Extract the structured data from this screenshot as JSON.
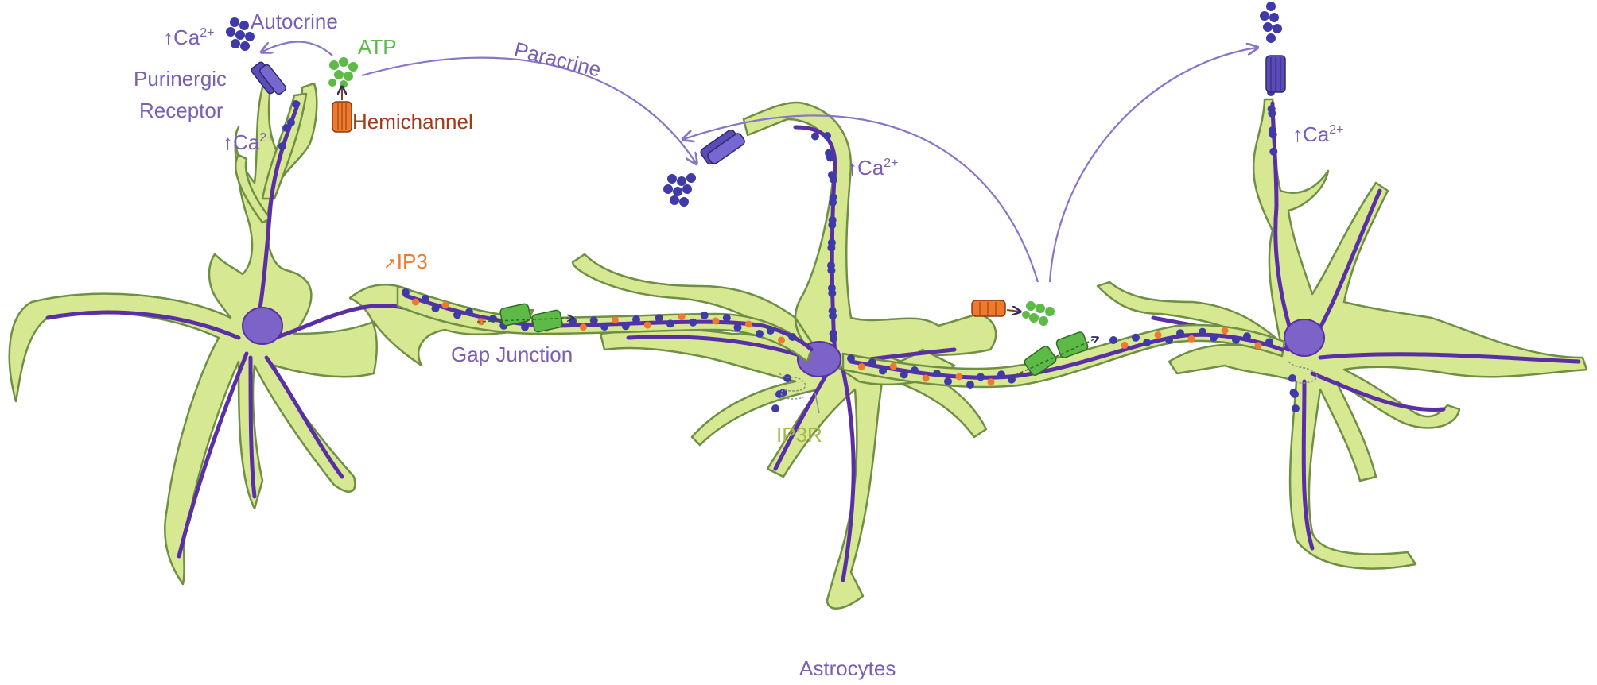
{
  "title": "Astrocytes",
  "labels": {
    "autocrine": "Autocrine",
    "ca_prefix": "↑Ca",
    "ca_sup": "2+",
    "atp": "ATP",
    "purinergic_receptor_line1": "Purinergic",
    "purinergic_receptor_line2": "Receptor",
    "hemichannel": "Hemichannel",
    "paracrine": "Paracrine",
    "ip3": "IP3",
    "ip3_arrow": "↗",
    "gap_junction": "Gap Junction",
    "ip3r": "IP3R"
  },
  "colors": {
    "cytoplasm": "#d6e892",
    "membrane": "#6f8f45",
    "nucleus": "#7b63c8",
    "calcium": "#3f3aa8",
    "ip3": "#ef7a2c",
    "atp": "#5dba47",
    "receptor": "#5a4cb8",
    "hemichannel": "#ef7a2c",
    "gap_junction": "#5dba47",
    "label_purple": "#7a5fb3"
  },
  "icons": [
    "calcium-cluster-icon",
    "atp-cluster-icon",
    "purinergic-receptor-icon",
    "hemichannel-icon",
    "gap-junction-icon",
    "ip3-receptor-icon",
    "nucleus-icon"
  ]
}
